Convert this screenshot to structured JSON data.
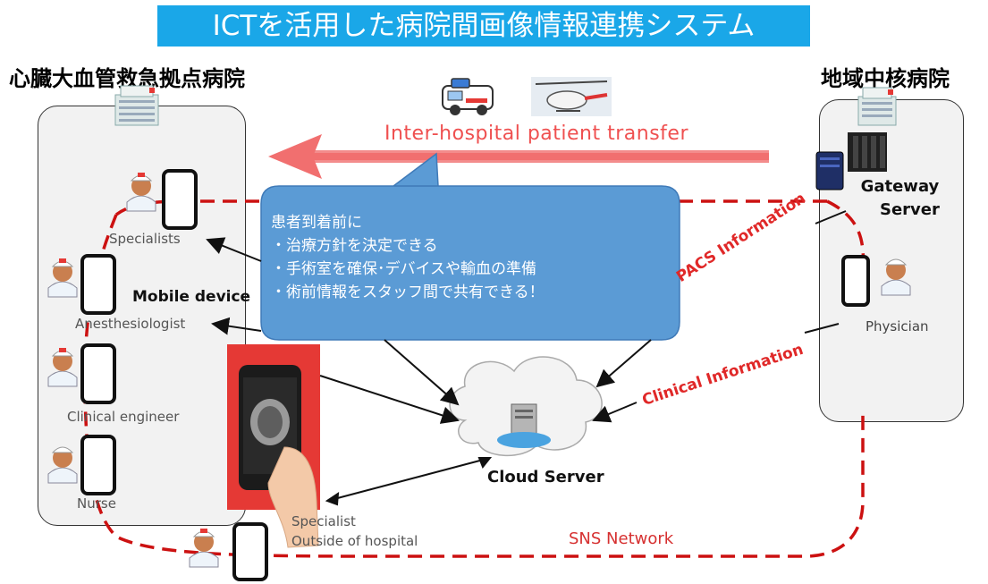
{
  "banner": {
    "title": "ICTを活用した病院間画像情報連携システム"
  },
  "left_hospital": {
    "title": "心臓大血管救急拠点病院",
    "mobile_label": "Mobile device",
    "roles": [
      "Specialists",
      "Anesthesiologist",
      "Clinical engineer",
      "Nurse"
    ]
  },
  "right_hospital": {
    "title": "地域中核病院",
    "gateway": [
      "Gateway",
      "Server"
    ],
    "physician": "Physician"
  },
  "transfer": {
    "label": "Inter-hospital patient transfer"
  },
  "callout": {
    "lines": [
      "患者到着前に",
      "・治療方針を決定できる",
      "・手術室を確保･デバイスや輸血の準備",
      "・術前情報をスタッフ間で共有できる！"
    ]
  },
  "cloud": {
    "label": "Cloud Server"
  },
  "outside": {
    "lines": [
      "Specialist",
      "Outside of hospital"
    ]
  },
  "links": {
    "pacs": "PACS Information",
    "clinical": "Clinical Information",
    "sns": "SNS Network"
  },
  "colors": {
    "banner": "#1aa7e8",
    "callout": "#5b9bd5",
    "network": "#cc1111",
    "arrow": "#f06060",
    "phone_panel": "#e53935"
  }
}
